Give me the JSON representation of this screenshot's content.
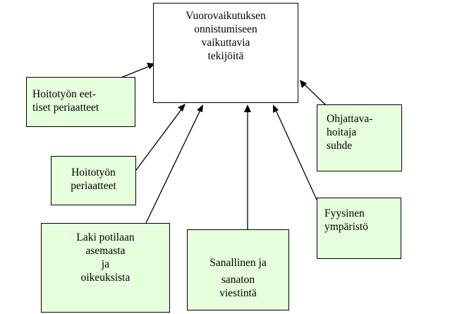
{
  "diagram": {
    "center": {
      "lines": [
        "Vuorovaikutuksen",
        "onnistumiseen",
        "vaikuttavia",
        "tekijöitä"
      ]
    },
    "factors": [
      {
        "id": "ethics",
        "lines": [
          "Hoitotyön eet-",
          "tiset periaatteet"
        ]
      },
      {
        "id": "principles",
        "lines": [
          "Hoitotyön",
          "periaatteet"
        ]
      },
      {
        "id": "law",
        "lines": [
          "Laki potilaan",
          "asemasta",
          "ja",
          "oikeuksista"
        ]
      },
      {
        "id": "communication",
        "lines": [
          "Sanallinen ja",
          "sanaton",
          "viestintä"
        ]
      },
      {
        "id": "relationship",
        "lines": [
          "Ohjattava-",
          "hoitaja",
          "suhde"
        ]
      },
      {
        "id": "environment",
        "lines": [
          "Fyysinen",
          "ympäristö"
        ]
      }
    ]
  },
  "colors": {
    "box_fill": "#e6ffdd",
    "center_fill": "#ffffff",
    "line": "#000000"
  }
}
